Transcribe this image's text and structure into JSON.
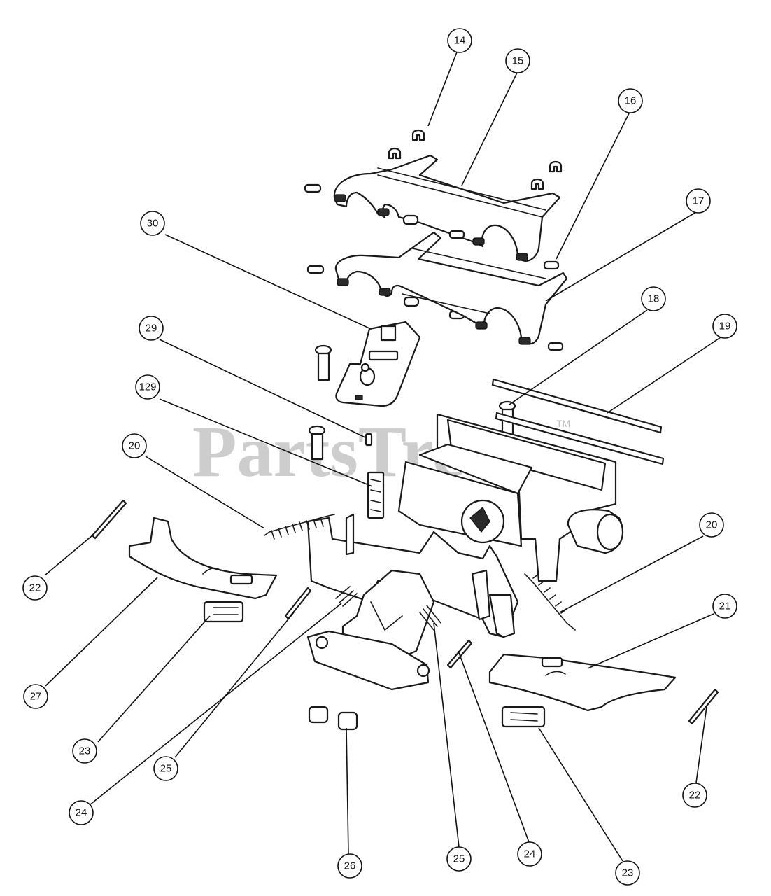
{
  "watermark": {
    "text": "PartsTree",
    "trademark": "TM",
    "color": "#bdbdbd"
  },
  "callouts": [
    {
      "label": "14"
    },
    {
      "label": "15"
    },
    {
      "label": "16"
    },
    {
      "label": "17"
    },
    {
      "label": "30"
    },
    {
      "label": "18"
    },
    {
      "label": "19"
    },
    {
      "label": "29"
    },
    {
      "label": "129"
    },
    {
      "label": "20"
    },
    {
      "label": "20"
    },
    {
      "label": "21"
    },
    {
      "label": "22"
    },
    {
      "label": "27"
    },
    {
      "label": "23"
    },
    {
      "label": "25"
    },
    {
      "label": "24"
    },
    {
      "label": "26"
    },
    {
      "label": "25"
    },
    {
      "label": "24"
    },
    {
      "label": "23"
    },
    {
      "label": "22"
    }
  ]
}
